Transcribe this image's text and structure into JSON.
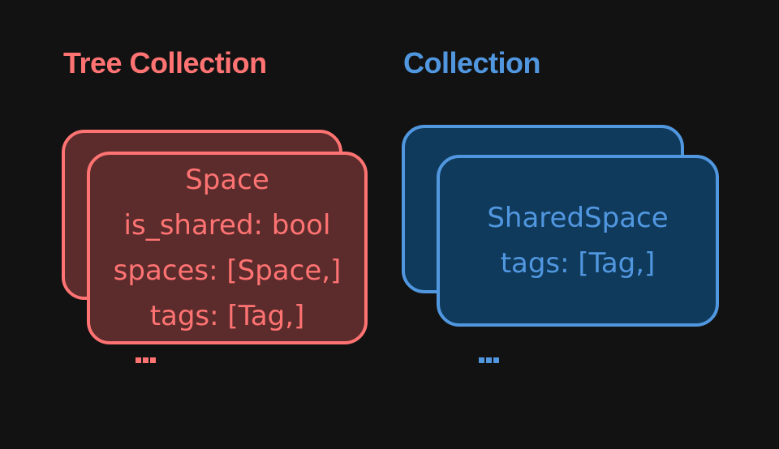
{
  "colors": {
    "background": "#121212",
    "tree_accent": "#ff7373",
    "tree_fill": "#5c2b2b",
    "collection_accent": "#5197e0",
    "collection_fill": "#0f3a5c"
  },
  "tree_collection": {
    "heading": "Tree Collection",
    "item_type": "Space",
    "fields": [
      "is_shared: bool",
      "spaces: [Space,]",
      "tags: [Tag,]"
    ],
    "more_indicator": "..."
  },
  "collection": {
    "heading": "Collection",
    "item_type": "SharedSpace",
    "fields": [
      "tags: [Tag,]"
    ],
    "more_indicator": "..."
  }
}
